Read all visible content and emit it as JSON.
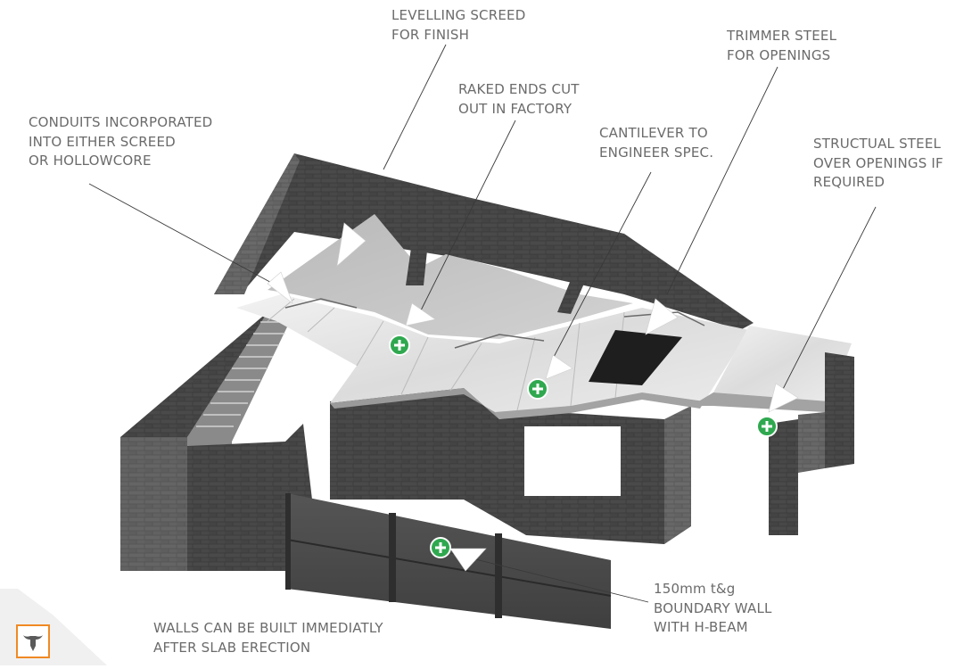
{
  "diagram": {
    "callouts": [
      {
        "id": "levelling-screed",
        "lines": [
          "LEVELLING SCREED",
          "FOR FINISH"
        ]
      },
      {
        "id": "trimmer-steel",
        "lines": [
          "TRIMMER STEEL",
          "FOR OPENINGS"
        ]
      },
      {
        "id": "raked-ends",
        "lines": [
          "RAKED ENDS CUT",
          "OUT IN FACTORY"
        ]
      },
      {
        "id": "conduits",
        "lines": [
          "CONDUITS   INCORPORATED",
          "INTO EITHER SCREED",
          "OR HOLLOWCORE"
        ]
      },
      {
        "id": "cantilever",
        "lines": [
          "CANTILEVER TO",
          "ENGINEER SPEC."
        ]
      },
      {
        "id": "structural-steel",
        "lines": [
          "STRUCTUAL  STEEL",
          "OVER OPENINGS IF",
          "REQUIRED"
        ]
      },
      {
        "id": "boundary-wall",
        "lines": [
          "150mm t&g",
          "BOUNDARY WALL",
          "WITH H-BEAM"
        ]
      },
      {
        "id": "walls-built",
        "lines": [
          "WALLS CAN BE BUILT IMMEDIATLY",
          "AFTER SLAB ERECTION"
        ]
      }
    ],
    "hotspot_icon": "plus-circle-icon",
    "colors": {
      "label_text": "#6b6b6b",
      "hotspot_green": "#2fa84f",
      "brick_dark": "#3a3a3a",
      "slab_light": "#e6e6e6",
      "logo_orange": "#f08a24"
    }
  }
}
